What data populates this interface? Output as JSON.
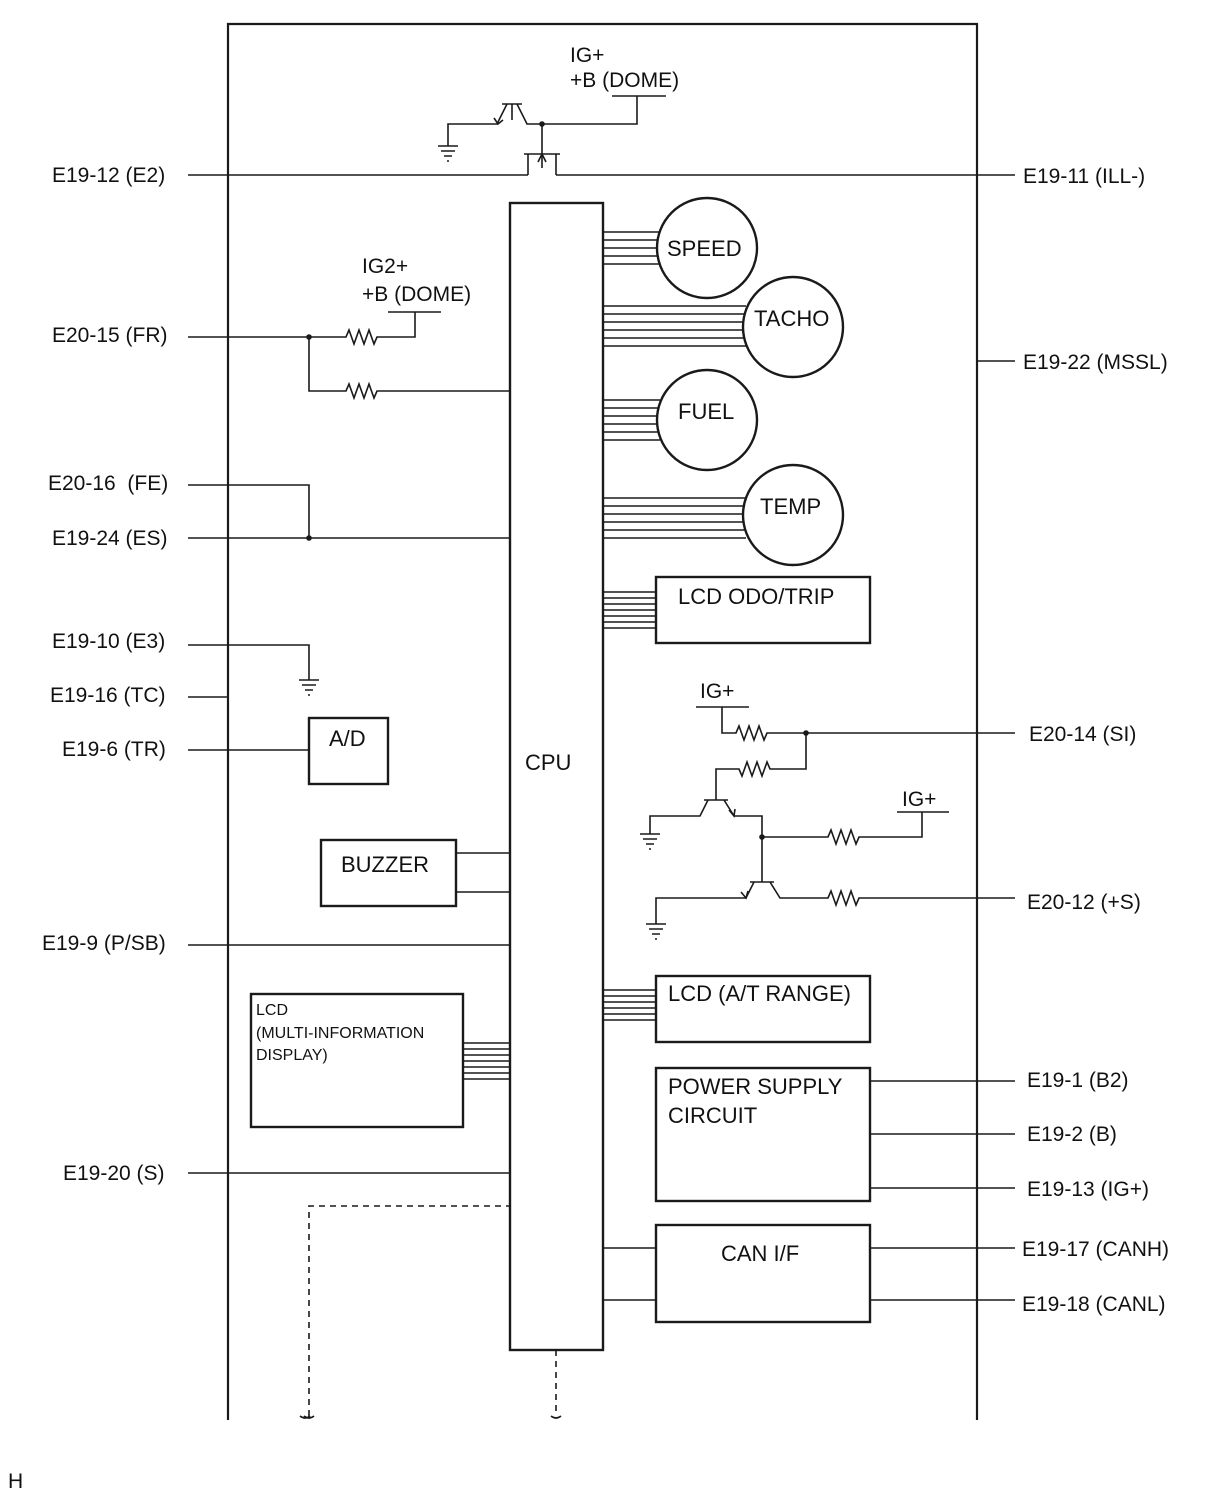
{
  "connectors": {
    "e19_12": "E19-12 (E2)",
    "e19_11": "E19-11 (ILL-)",
    "e20_15": "E20-15 (FR)",
    "e19_22": "E19-22 (MSSL)",
    "e20_16": "E20-16  (FE)",
    "e19_24": "E19-24 (ES)",
    "e19_10": "E19-10 (E3)",
    "e19_16": "E19-16 (TC)",
    "e19_6": "E19-6 (TR)",
    "e20_14": "E20-14 (SI)",
    "e20_12": "E20-12 (+S)",
    "e19_9": "E19-9 (P/SB)",
    "e19_1": "E19-1 (B2)",
    "e19_2": "E19-2 (B)",
    "e19_13": "E19-13 (IG+)",
    "e19_20": "E19-20 (S)",
    "e19_17": "E19-17 (CANH)",
    "e19_18": "E19-18 (CANL)"
  },
  "supplies": {
    "top_ig": "IG+",
    "top_b": "+B (DOME)",
    "fr_ig2": "IG2+",
    "fr_b": "+B (DOME)",
    "si_ig": "IG+",
    "s_ig": "IG+"
  },
  "blocks": {
    "cpu": "CPU",
    "speed": "SPEED",
    "tacho": "TACHO",
    "fuel": "FUEL",
    "temp": "TEMP",
    "lcd_odo": "LCD ODO/TRIP",
    "ad": "A/D",
    "buzzer": "BUZZER",
    "lcd_at": "LCD (A/T RANGE)",
    "lcd_multi": [
      "LCD",
      "(MULTI-INFORMATION",
      "DISPLAY)"
    ],
    "power_supply": [
      "POWER SUPPLY",
      "CIRCUIT"
    ],
    "can_if": "CAN I/F"
  },
  "corner_mark": "H"
}
